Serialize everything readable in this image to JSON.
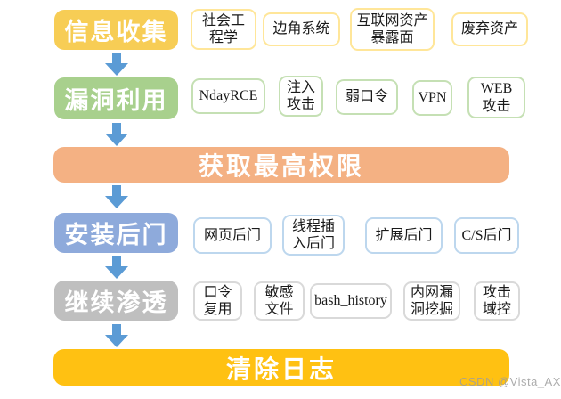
{
  "diagram": {
    "arrow_color": "#5B9BD5",
    "watermark": "CSDN @Vista_AX",
    "watermark_color": "#9E9E9E",
    "stages": [
      {
        "label": "信息收集",
        "fill": "#F7CD55",
        "text_color": "#FFFFFF",
        "item_border": "#FFE699",
        "items": [
          {
            "label": "社会工\n程学"
          },
          {
            "label": "边角系统"
          },
          {
            "label": "互联网资产\n暴露面"
          },
          {
            "label": "废弃资产"
          }
        ]
      },
      {
        "label": "漏洞利用",
        "fill": "#A8D08D",
        "text_color": "#FFFFFF",
        "item_border": "#C5E0B4",
        "items": [
          {
            "label": "NdayRCE"
          },
          {
            "label": "注入\n攻击"
          },
          {
            "label": "弱口令"
          },
          {
            "label": "VPN"
          },
          {
            "label": "WEB\n攻击"
          }
        ]
      },
      {
        "label": "获取最高权限",
        "fill": "#F4B183",
        "text_color": "#FFFFFF",
        "items": []
      },
      {
        "label": "安装后门",
        "fill": "#8EAADB",
        "text_color": "#FFFFFF",
        "item_border": "#BDD7EE",
        "items": [
          {
            "label": "网页后门"
          },
          {
            "label": "线程插\n入后门"
          },
          {
            "label": "扩展后门"
          },
          {
            "label": "C/S后门"
          }
        ]
      },
      {
        "label": "继续渗透",
        "fill": "#BFBFBF",
        "text_color": "#FFFFFF",
        "item_border": "#D9D9D9",
        "items": [
          {
            "label": "口令\n复用"
          },
          {
            "label": "敏感\n文件"
          },
          {
            "label": "bash_history"
          },
          {
            "label": "内网漏\n洞挖掘"
          },
          {
            "label": "攻击\n域控"
          }
        ]
      },
      {
        "label": "清除日志",
        "fill": "#FFC112",
        "text_color": "#FFFFFF",
        "items": []
      }
    ]
  }
}
